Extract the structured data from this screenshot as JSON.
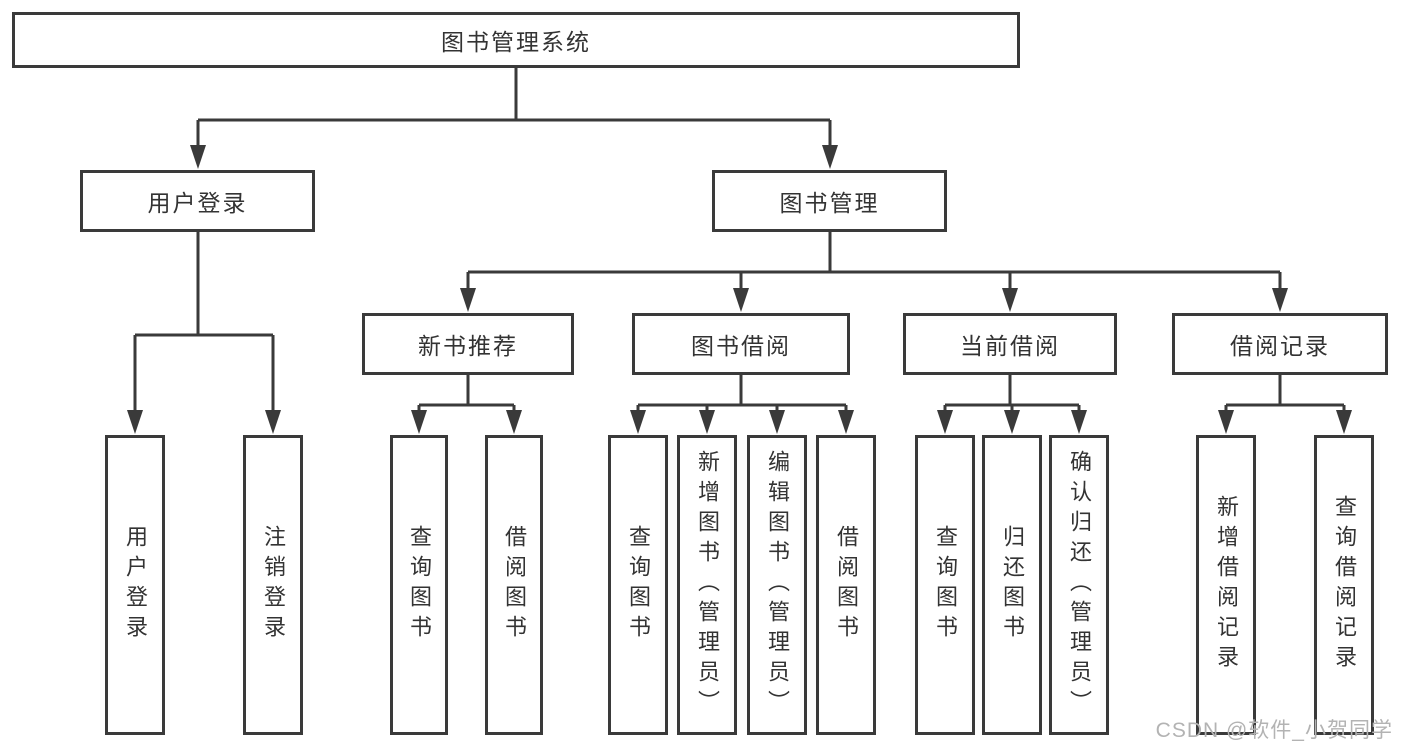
{
  "colors": {
    "line": "#3a3a3a",
    "border": "#3a3a3a",
    "text": "#333333",
    "watermark": "#b3b3b3",
    "background": "#ffffff"
  },
  "watermark": {
    "text": "CSDN @软件_小贺同学"
  },
  "tree": {
    "root": {
      "label": "图书管理系统"
    },
    "branches": [
      {
        "label": "用户登录",
        "children": [
          {
            "label": "用户登录"
          },
          {
            "label": "注销登录"
          }
        ]
      },
      {
        "label": "图书管理",
        "children": [
          {
            "label": "新书推荐",
            "children": [
              {
                "label": "查询图书"
              },
              {
                "label": "借阅图书"
              }
            ]
          },
          {
            "label": "图书借阅",
            "children": [
              {
                "label": "查询图书"
              },
              {
                "label": "新增图书（管理员）"
              },
              {
                "label": "编辑图书（管理员）"
              },
              {
                "label": "借阅图书"
              }
            ]
          },
          {
            "label": "当前借阅",
            "children": [
              {
                "label": "查询图书"
              },
              {
                "label": "归还图书"
              },
              {
                "label": "确认归还（管理员）"
              }
            ]
          },
          {
            "label": "借阅记录",
            "children": [
              {
                "label": "新增借阅记录"
              },
              {
                "label": "查询借阅记录"
              }
            ]
          }
        ]
      }
    ]
  }
}
